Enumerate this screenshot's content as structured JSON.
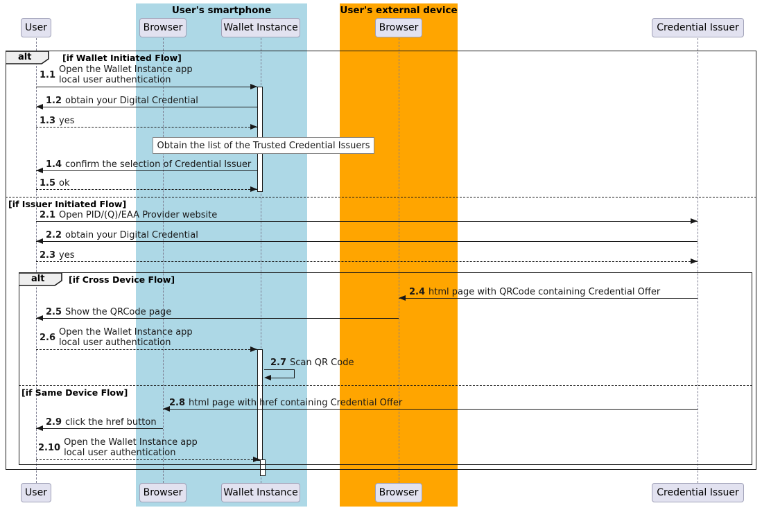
{
  "diagram_type": "sequence-diagram",
  "boxes": {
    "smartphone": {
      "title": "User's smartphone",
      "color": "#ADD8E6"
    },
    "external": {
      "title": "User's external device",
      "color": "#FFA500"
    }
  },
  "participants": {
    "user": "User",
    "browser_sp": "Browser",
    "wallet": "Wallet Instance",
    "browser_ext": "Browser",
    "issuer": "Credential Issuer"
  },
  "frames": {
    "outer": {
      "keyword": "alt",
      "condition": "[if Wallet Initiated Flow]"
    },
    "inner": {
      "keyword": "alt",
      "condition": "[if Cross Device Flow]"
    }
  },
  "dividers": {
    "issuer_initiated": "[if Issuer Initiated Flow]",
    "same_device": "[if Same Device Flow]"
  },
  "note": {
    "text": "Obtain the list of the Trusted Credential Issuers"
  },
  "messages": {
    "m1_1": {
      "num": "1.1",
      "line1": "Open the Wallet Instance app",
      "line2": "local user authentication"
    },
    "m1_2": {
      "num": "1.2",
      "text": "obtain your Digital Credential"
    },
    "m1_3": {
      "num": "1.3",
      "text": "yes"
    },
    "m1_4": {
      "num": "1.4",
      "text": "confirm the selection of Credential Issuer"
    },
    "m1_5": {
      "num": "1.5",
      "text": "ok"
    },
    "m2_1": {
      "num": "2.1",
      "text": "Open PID/(Q)/EAA Provider website"
    },
    "m2_2": {
      "num": "2.2",
      "text": "obtain your Digital Credential"
    },
    "m2_3": {
      "num": "2.3",
      "text": "yes"
    },
    "m2_4": {
      "num": "2.4",
      "text": "html page with QRCode containing Credential Offer"
    },
    "m2_5": {
      "num": "2.5",
      "text": "Show the QRCode page"
    },
    "m2_6": {
      "num": "2.6",
      "line1": "Open the Wallet Instance app",
      "line2": "local user authentication"
    },
    "m2_7": {
      "num": "2.7",
      "text": "Scan QR Code"
    },
    "m2_8": {
      "num": "2.8",
      "text": "html page with href containing Credential Offer"
    },
    "m2_9": {
      "num": "2.9",
      "text": "click the href button"
    },
    "m2_10": {
      "num": "2.10",
      "line1": "Open the Wallet Instance app",
      "line2": "local user authentication"
    }
  },
  "colors": {
    "smartphone_box": "#ADD8E6",
    "external_box": "#FFA500",
    "participant_fill": "#E2E2F0",
    "participant_border": "#A0A1B8",
    "frame_border": "#181818",
    "arrow": "#181818",
    "note_fill": "#FEFEFE",
    "alt_header_fill": "#EEEEEE",
    "lifeline": "#7D7D91"
  }
}
